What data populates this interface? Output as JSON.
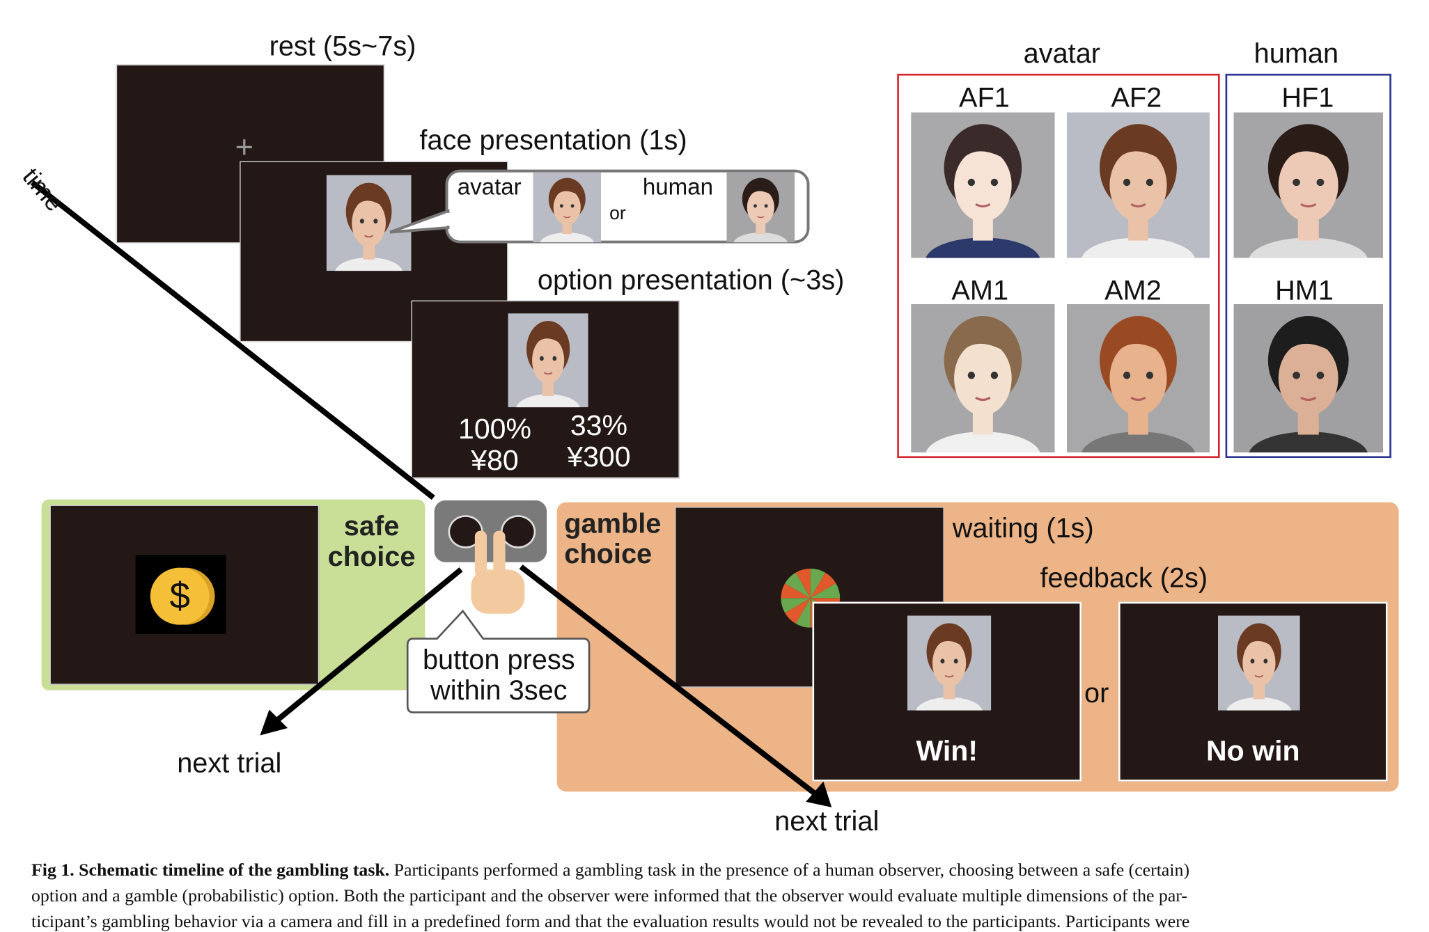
{
  "timeline": {
    "time_label": "time",
    "rest_label": "rest (5s~7s)",
    "fixation_symbol": "+",
    "face_label": "face presentation (1s)",
    "bubble": {
      "avatar": "avatar",
      "or": "or",
      "human": "human"
    },
    "option_label": "option presentation (~3s)",
    "safe_option": {
      "prob": "100%",
      "amount": "¥80"
    },
    "gamble_option": {
      "prob": "33%",
      "amount": "¥300"
    },
    "safe_choice": "safe\nchoice",
    "coin_symbol": "$",
    "button_press": "button press\nwithin 3sec",
    "gamble_choice": "gamble\nchoice",
    "waiting_label": "waiting (1s)",
    "feedback_label": "feedback (2s)",
    "win": "Win!",
    "or": "or",
    "no_win": "No win",
    "next_trial_left": "next trial",
    "next_trial_right": "next trial"
  },
  "stimuli": {
    "avatar_title": "avatar",
    "human_title": "human",
    "avatar_faces": [
      "AF1",
      "AF2",
      "AM1",
      "AM2"
    ],
    "human_faces": [
      "HF1",
      "HM1"
    ],
    "avatar_box_color": "#d7262b",
    "human_box_color": "#2b3590"
  },
  "colors": {
    "screen": "#231815",
    "safe_bg": "#c9de96",
    "gamble_bg": "#ecb487",
    "coin": "#f5c038"
  },
  "caption": {
    "bold": "Fig 1.  Schematic timeline of the gambling task.",
    "line1": " Participants performed a gambling task in the presence of a human observer, choosing between a safe (certain)",
    "line2": "option and a gamble (probabilistic) option. Both the participant and the observer were informed that the observer would evaluate multiple dimensions of the par-",
    "line3": "ticipant’s gambling behavior via a camera and fill in a predefined form and that the evaluation results would not be revealed to the participants. Participants were"
  }
}
